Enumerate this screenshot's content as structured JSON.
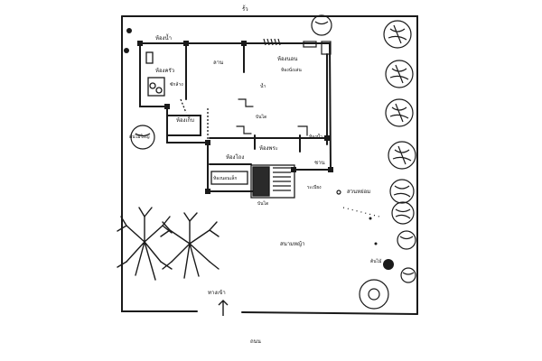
{
  "labels": {
    "north": "รั้ว",
    "garage": "ห้องน้ำ",
    "kitchen": "ห้องครัว",
    "laundry": "ซักล้าง",
    "storage": "ห้องเก็บ",
    "big_tree": "ต้นไม้ใหญ่",
    "yard": "ลาน",
    "living_room": "ห้องนอน",
    "living_room_note": "ห้องนั่งเล่น",
    "stair": "บันได",
    "water": "น้ำ",
    "bath": "ห้องน้ำ",
    "porch": "ห้องพระ",
    "bedroom": "ห้องนอน",
    "bedroom_note": "ห้องนอนเล็ก",
    "entrance": "ทางเข้า",
    "hall": "ห้องโถง",
    "terrace": "ชาน",
    "step_label": "บันได",
    "garden_label": "สวนหย่อม",
    "lawn": "สนามหญ้า",
    "small_tree": "ต้นไม้",
    "gate": "ทางเข้า",
    "road": "ถนน",
    "veranda": "ระเบียง"
  }
}
